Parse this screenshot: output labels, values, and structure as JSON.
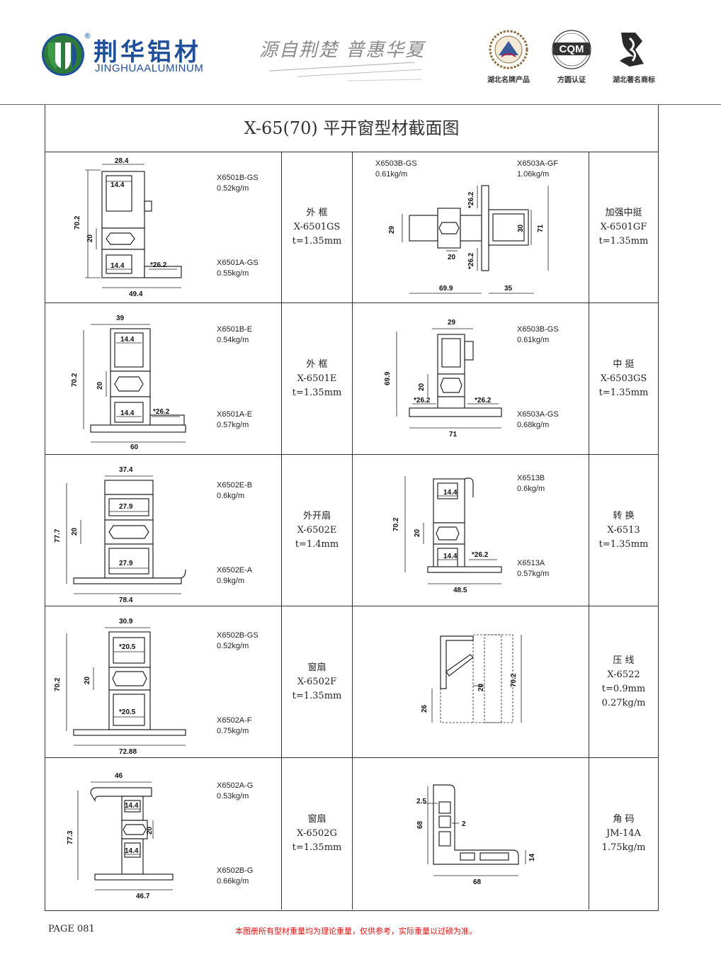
{
  "header": {
    "brand_cn": "荆华铝材",
    "brand_en": "JINGHUAALUMINUM",
    "registered_mark": "®",
    "slogan": "源自荆楚  普惠华夏",
    "certs": [
      {
        "label": "湖北名牌产品",
        "icon": "hubei-brand-seal-icon"
      },
      {
        "label": "方圆认证",
        "icon": "cqm-certification-icon",
        "mark": "CQM"
      },
      {
        "label": "湖北著名商标",
        "icon": "famous-trademark-icon"
      }
    ]
  },
  "title": "X-65(70) 平开窗型材截面图",
  "rows": [
    {
      "left": {
        "parts": [
          {
            "code": "X6501B-GS",
            "weight": "0.52kg/m"
          },
          {
            "code": "X6501A-GS",
            "weight": "0.55kg/m"
          }
        ],
        "dims": [
          "28.4",
          "14.4",
          "70.2",
          "20",
          "14.4",
          "*26.2",
          "49.4"
        ],
        "label": [
          "外 框",
          "X-6501GS",
          "t=1.35mm"
        ]
      },
      "right": {
        "parts": [
          {
            "code": "X6503B-GS",
            "weight": "0.61kg/m"
          },
          {
            "code": "X6503A-GF",
            "weight": "1.06kg/m"
          }
        ],
        "dims": [
          "*26.2",
          "29",
          "20",
          "*26.2",
          "30",
          "71",
          "69.9",
          "35"
        ],
        "label": [
          "加强中挺",
          "X-6501GF",
          "t=1.35mm"
        ]
      }
    },
    {
      "left": {
        "parts": [
          {
            "code": "X6501B-E",
            "weight": "0.54kg/m"
          },
          {
            "code": "X6501A-E",
            "weight": "0.57kg/m"
          }
        ],
        "dims": [
          "39",
          "14.4",
          "70.2",
          "20",
          "14.4",
          "*26.2",
          "60"
        ],
        "label": [
          "外 框",
          "X-6501E",
          "t=1.35mm"
        ]
      },
      "right": {
        "parts": [
          {
            "code": "X6503B-GS",
            "weight": "0.61kg/m"
          },
          {
            "code": "X6503A-GS",
            "weight": "0.68kg/m"
          }
        ],
        "dims": [
          "29",
          "69.9",
          "20",
          "*26.2",
          "*26.2",
          "71"
        ],
        "label": [
          "中 挺",
          "X-6503GS",
          "t=1.35mm"
        ]
      }
    },
    {
      "left": {
        "parts": [
          {
            "code": "X6502E-B",
            "weight": "0.6kg/m"
          },
          {
            "code": "X6502E-A",
            "weight": "0.9kg/m"
          }
        ],
        "dims": [
          "37.4",
          "27.9",
          "77.7",
          "20",
          "27.9",
          "78.4"
        ],
        "label": [
          "外开扇",
          "X-6502E",
          "t=1.4mm"
        ]
      },
      "right": {
        "parts": [
          {
            "code": "X6513B",
            "weight": "0.6kg/m"
          },
          {
            "code": "X6513A",
            "weight": "0.57kg/m"
          }
        ],
        "dims": [
          "14.4",
          "70.2",
          "20",
          "14.4",
          "*26.2",
          "48.5"
        ],
        "label": [
          "转 换",
          "X-6513",
          "t=1.35mm"
        ]
      }
    },
    {
      "left": {
        "parts": [
          {
            "code": "X6502B-GS",
            "weight": "0.52kg/m"
          },
          {
            "code": "X6502A-F",
            "weight": "0.75kg/m"
          }
        ],
        "dims": [
          "30.9",
          "*20.5",
          "70.2",
          "20",
          "*20.5",
          "72.88"
        ],
        "label": [
          "窗扇",
          "X-6502F",
          "t=1.35mm"
        ]
      },
      "right": {
        "parts": [],
        "dims": [
          "26",
          "20",
          "70.2"
        ],
        "label": [
          "压 线",
          "X-6522",
          "t=0.9mm",
          "0.27kg/m"
        ]
      }
    },
    {
      "left": {
        "parts": [
          {
            "code": "X6502A-G",
            "weight": "0.53kg/m"
          },
          {
            "code": "X6502B-G",
            "weight": "0.66kg/m"
          }
        ],
        "dims": [
          "46",
          "14.4",
          "77.3",
          "20",
          "14.4",
          "46.7"
        ],
        "label": [
          "窗扇",
          "X-6502G",
          "t=1.35mm"
        ]
      },
      "right": {
        "parts": [],
        "dims": [
          "2.5",
          "68",
          "2",
          "14",
          "68"
        ],
        "label": [
          "角 码",
          "JM-14A",
          "1.75kg/m"
        ]
      }
    }
  ],
  "footer": {
    "page": "PAGE 081",
    "note": "本图册所有型材重量均为理论重量，仅供参考，实际重量以过磅为准。"
  }
}
